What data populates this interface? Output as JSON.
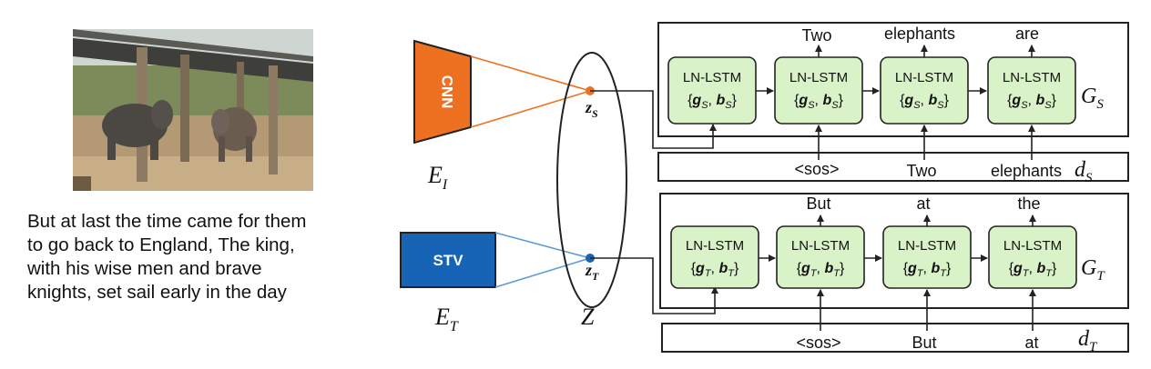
{
  "caption_lines": [
    "But at last the time came for them",
    "to go back to England, The king,",
    "with his wise men and brave",
    "knights, set sail early in the day"
  ],
  "encoders": {
    "image": {
      "block": "CNN",
      "label": "E",
      "sub": "I",
      "color": "#ED7121",
      "line_color": "#ED7121"
    },
    "text": {
      "block": "STV",
      "label": "E",
      "sub": "T",
      "color": "#1763B5",
      "line_color": "#5B9BD5"
    }
  },
  "latent": {
    "space_label": "Z",
    "z_s": {
      "main": "z",
      "sub": "S"
    },
    "z_t": {
      "main": "z",
      "sub": "T"
    }
  },
  "decoders": {
    "source": {
      "label_main": "G",
      "label_sub": "S",
      "d_main": "d",
      "d_sub": "S",
      "cell_title": "LN-LSTM",
      "cell_param_sub": "S",
      "outputs": [
        "Two",
        "elephants",
        "are"
      ],
      "inputs": [
        "<sos>",
        "Two",
        "elephants"
      ]
    },
    "target": {
      "label_main": "G",
      "label_sub": "T",
      "d_main": "d",
      "d_sub": "T",
      "cell_title": "LN-LSTM",
      "cell_param_sub": "T",
      "outputs": [
        "But",
        "at",
        "the"
      ],
      "inputs": [
        "<sos>",
        "But",
        "at"
      ]
    }
  },
  "colors": {
    "cell_fill": "#D9F2C7",
    "stroke": "#222222"
  }
}
